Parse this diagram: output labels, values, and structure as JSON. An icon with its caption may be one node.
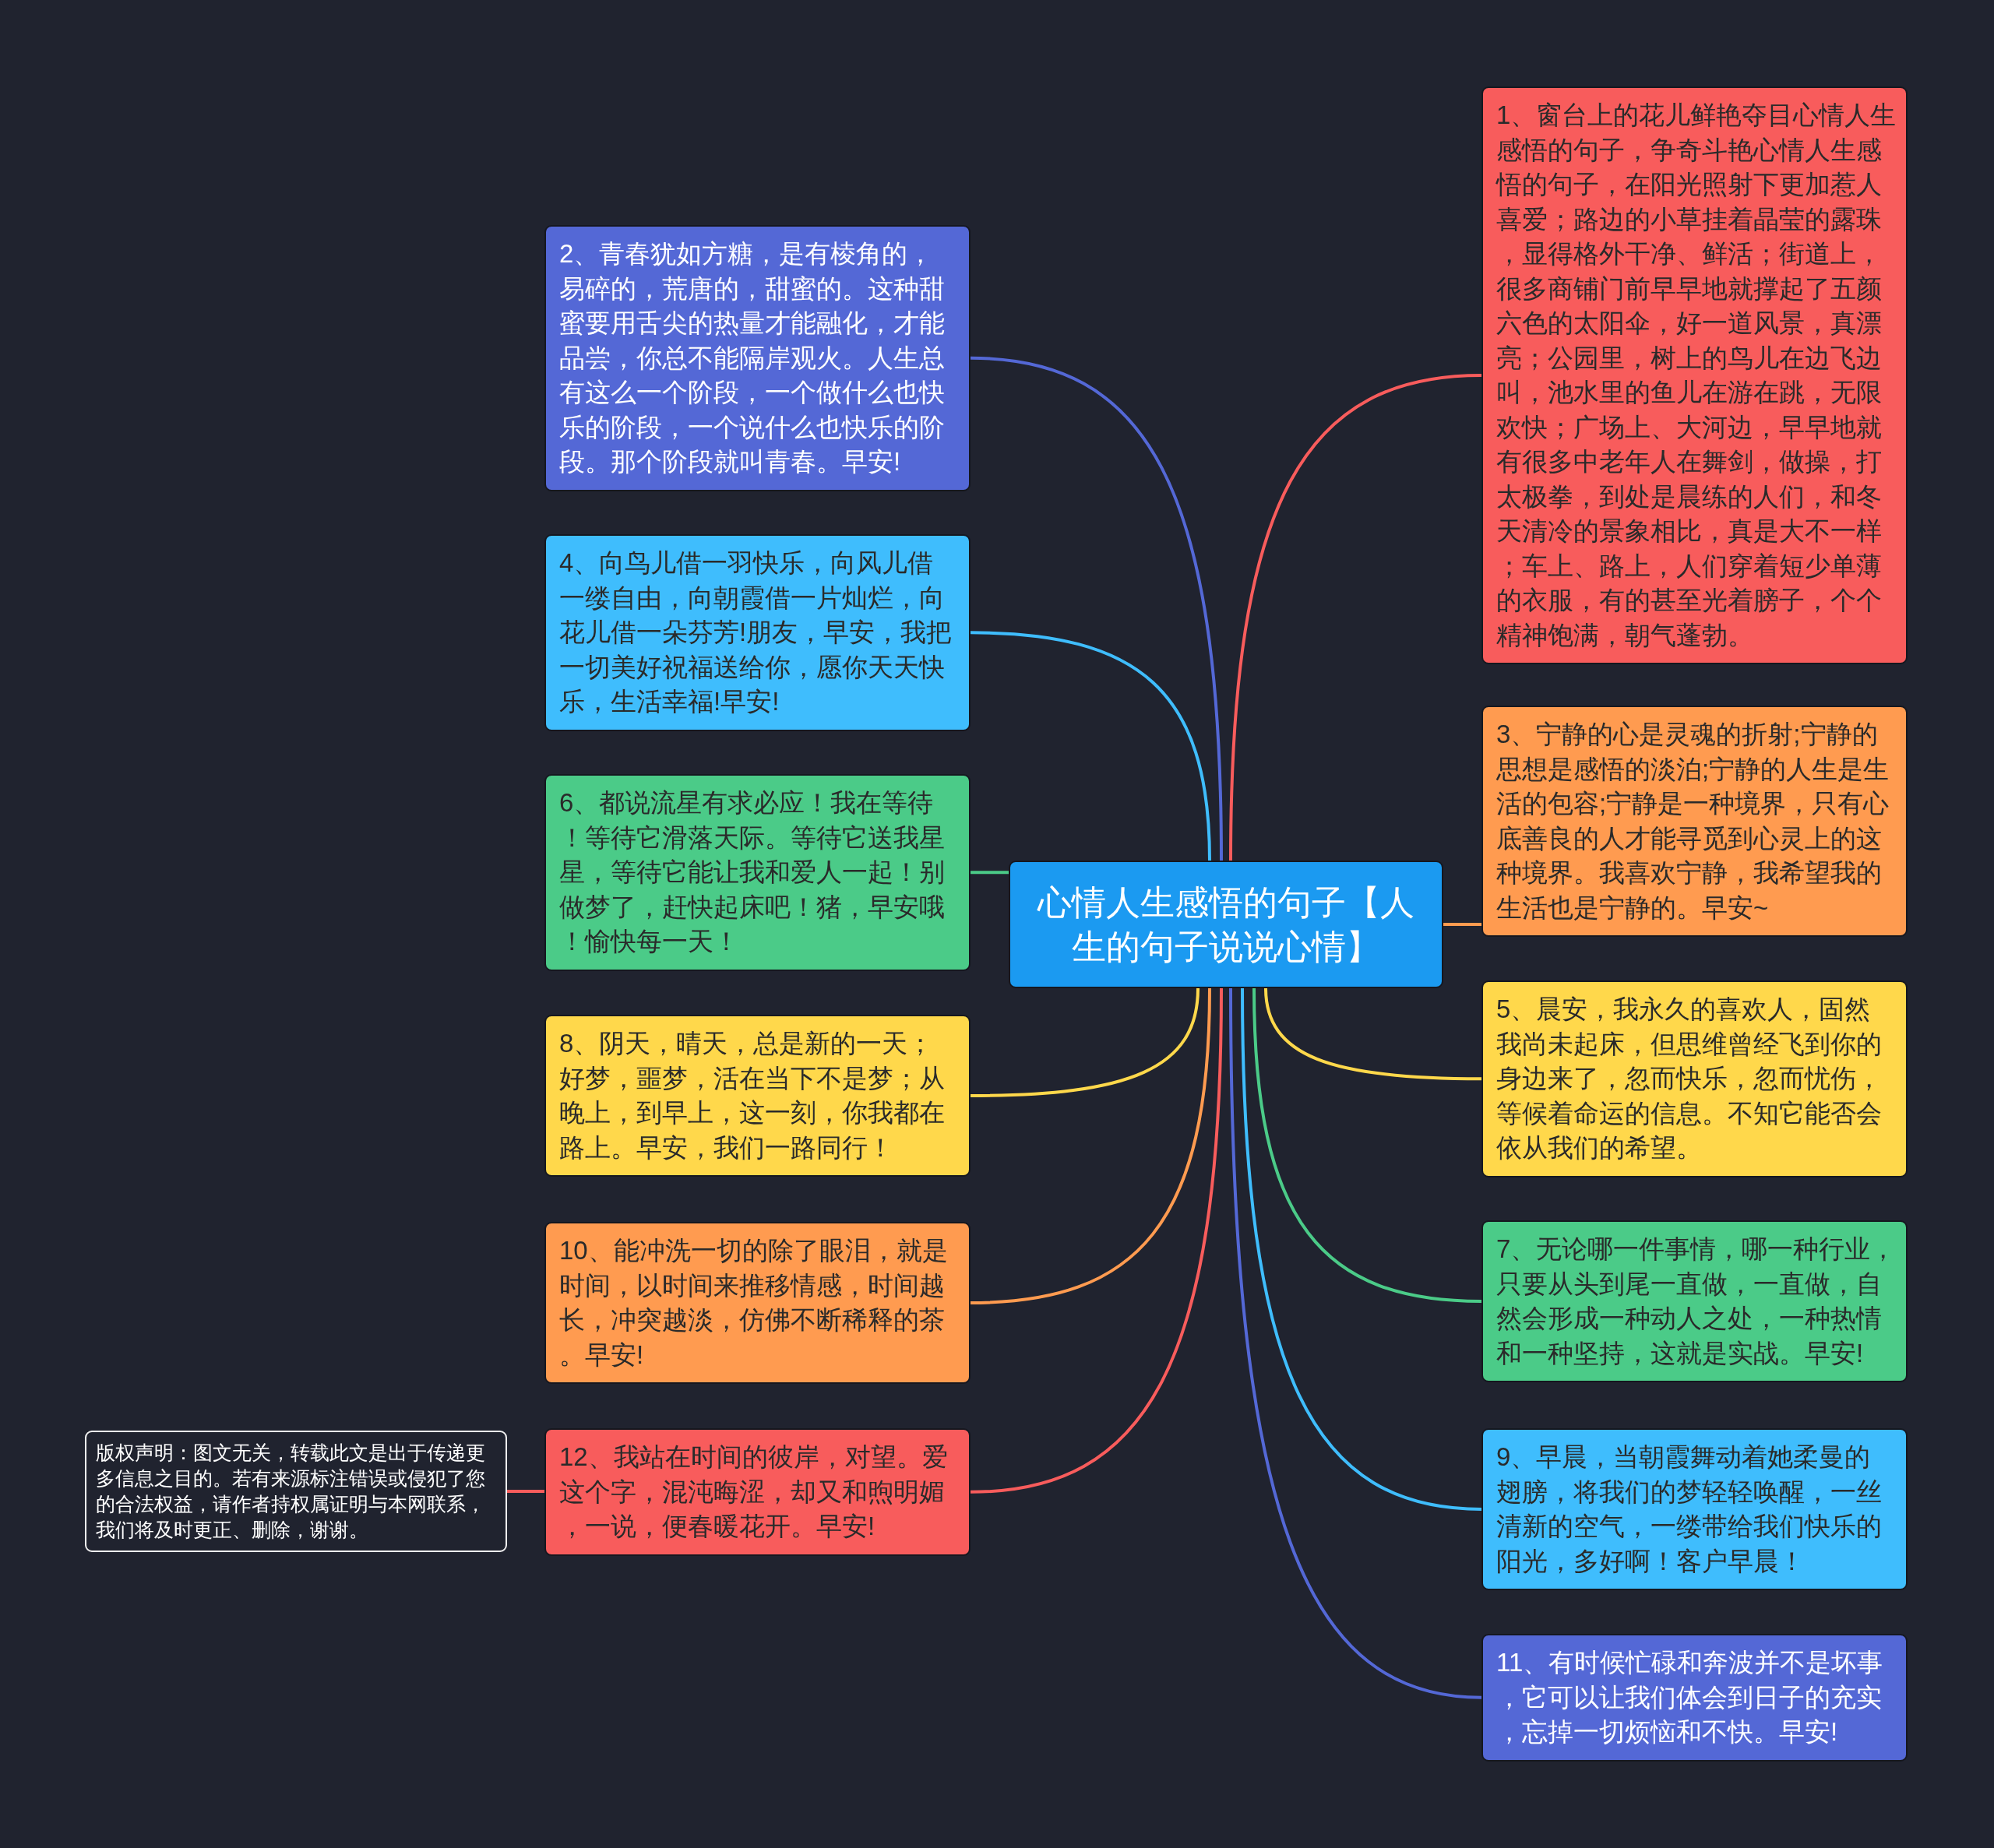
{
  "diagram": {
    "nodes": [
      {
        "text": [
          "心情人生感悟的句子【人生的句子说说心情】"
        ]
      },
      {
        "text": [
          "1、窗台上的花儿鲜艳夺目心情人生感悟的句子，争奇斗艳心情人生感悟的句子，在阳光照射下更加惹人喜爱；路边的小草挂着晶莹的露珠，显得格外干净、鲜活；街道上，很多商铺门前早早地就撑起了五颜六色的太阳伞，好一道风景，真漂亮；公园里，树上的鸟儿在边飞边叫，池水里的鱼儿在游在跳，无限欢快；广场上、大河边，早早地就有很多中老年人在舞剑，做操，打太极拳，到处是晨练的人们，和冬天清冷的景象相比，真是大不一样；车上、路上，人们穿着短少单薄的衣服，有的甚至光着膀子，个个精神饱满，朝气蓬勃。"
        ]
      },
      {
        "text": [
          "2、青春犹如方糖，是有棱角的，易碎的，荒唐的，甜蜜的。这种甜蜜要用舌尖的热量才能融化，才能品尝，你总不能隔岸观火。人生总有这么一个阶段，一个做什么也快乐的阶段，一个说什么也快乐的阶段。那个阶段就叫青春。早安!"
        ]
      },
      {
        "text": [
          "3、宁静的心是灵魂的折射;宁静的思想是感悟的淡泊;宁静的人生是生活的包容;宁静是一种境界，只有心底善良的人才能寻觅到心灵上的这种境界。我喜欢宁静，我希望我的生活也是宁静的。早安~"
        ]
      },
      {
        "text": [
          "4、向鸟儿借一羽快乐，向风儿借一缕自由，向朝霞借一片灿烂，向花儿借一朵芬芳!朋友，早安，我把一切美好祝福送给你，愿你天天快乐，生活幸福!早安!"
        ]
      },
      {
        "text": [
          "5、晨安，我永久的喜欢人，固然我尚未起床，但思维曾经飞到你的身边来了，忽而快乐，忽而忧伤，等候着命运的信息。不知它能否会依从我们的希望。"
        ]
      },
      {
        "text": [
          "6、都说流星有求必应！我在等待！等待它滑落天际。等待它送我星星，等待它能让我和爱人一起！别做梦了，赶快起床吧！猪，早安哦！愉快每一天！"
        ]
      },
      {
        "text": [
          "7、无论哪一件事情，哪一种行业，只要从头到尾一直做，一直做，自然会形成一种动人之处，一种热情和一种坚持，这就是实战。早安!"
        ]
      },
      {
        "text": [
          "8、阴天，晴天，总是新的一天；好梦，噩梦，活在当下不是梦；从晚上，到早上，这一刻，你我都在路上。早安，我们一路同行！"
        ]
      },
      {
        "text": [
          "9、早晨，当朝霞舞动着她柔曼的翅膀，将我们的梦轻轻唤醒，一丝清新的空气，一缕带给我们快乐的阳光，多好啊！客户早晨！"
        ]
      },
      {
        "text": [
          "10、能冲洗一切的除了眼泪，就是时间，以时间来推移情感，时间越长，冲突越淡，仿佛不断稀释的茶。早安!"
        ]
      },
      {
        "text": [
          "11、有时候忙碌和奔波并不是坏事，它可以让我们体会到日子的充实，忘掉一切烦恼和不快。早安!"
        ]
      },
      {
        "text": [
          "12、我站在时间的彼岸，对望。爱这个字，混沌晦涩，却又和煦明媚，一说，便春暖花开。早安!"
        ]
      },
      {
        "text": [
          "版权声明：图文无关，转载此文是出于传递更多信息之目的。若有来源标注错误或侵犯了您的合法权益，请作者持权属证明与本网联系，我们将及时更正、删除，谢谢。"
        ]
      }
    ],
    "edges": [
      {
        "from": 0,
        "to": 1,
        "arrow": "none",
        "color": "#f85c5c"
      },
      {
        "from": 0,
        "to": 2,
        "arrow": "none",
        "color": "#5468d6"
      },
      {
        "from": 0,
        "to": 3,
        "arrow": "none",
        "color": "#ff9b50"
      },
      {
        "from": 0,
        "to": 4,
        "arrow": "none",
        "color": "#3fbdfd"
      },
      {
        "from": 0,
        "to": 5,
        "arrow": "none",
        "color": "#ffd84b"
      },
      {
        "from": 0,
        "to": 6,
        "arrow": "none",
        "color": "#4bcb88"
      },
      {
        "from": 0,
        "to": 7,
        "arrow": "none",
        "color": "#4bcb88"
      },
      {
        "from": 0,
        "to": 8,
        "arrow": "none",
        "color": "#ffd84b"
      },
      {
        "from": 0,
        "to": 9,
        "arrow": "none",
        "color": "#3fbdfd"
      },
      {
        "from": 0,
        "to": 10,
        "arrow": "none",
        "color": "#ff9b50"
      },
      {
        "from": 0,
        "to": 11,
        "arrow": "none",
        "color": "#5468d6"
      },
      {
        "from": 0,
        "to": 12,
        "arrow": "none",
        "color": "#f85c5c"
      },
      {
        "from": 12,
        "to": 13,
        "arrow": "none",
        "color": "#f85c5c"
      }
    ]
  }
}
